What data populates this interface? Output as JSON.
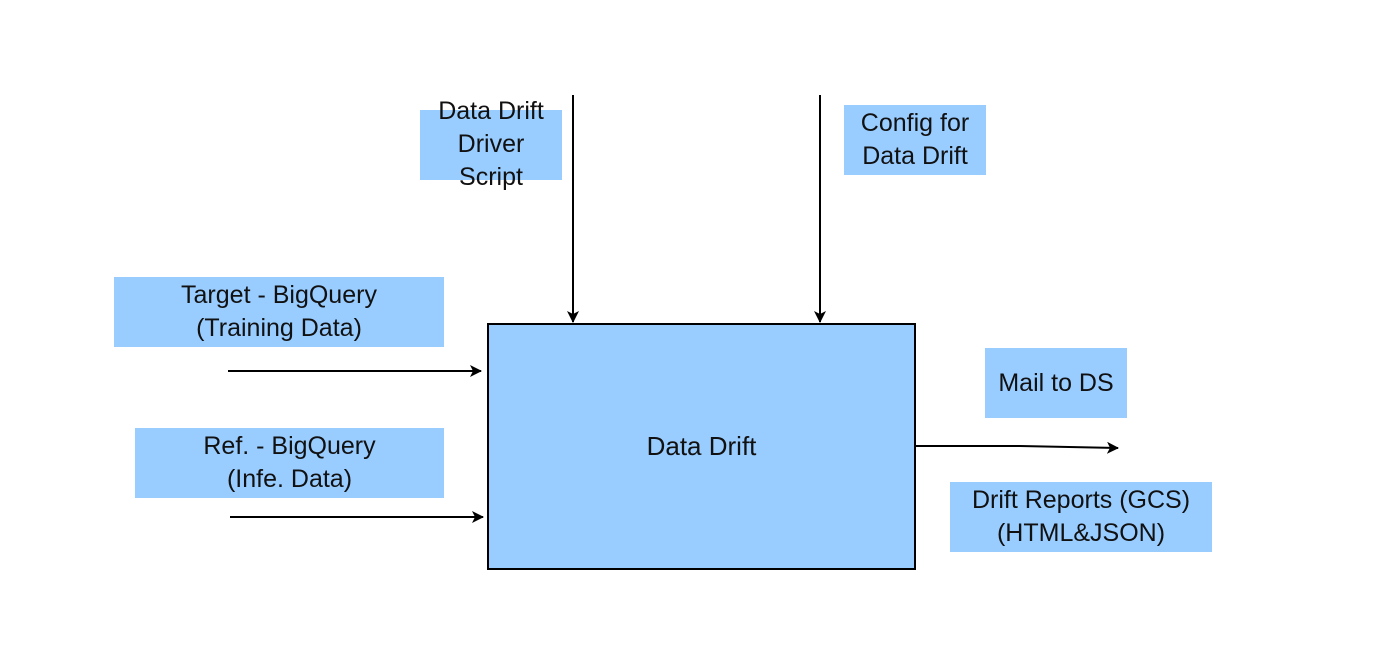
{
  "colors": {
    "box_fill": "#99ccff",
    "line": "#000000",
    "text": "#111111"
  },
  "process": {
    "label": "Data Drift"
  },
  "inputs": {
    "driver_script": {
      "line1": "Data Drift",
      "line2": "Driver",
      "line3": "Script"
    },
    "config": {
      "line1": "Config for",
      "line2": "Data Drift"
    },
    "target": {
      "line1": "Target - BigQuery",
      "line2": "(Training Data)"
    },
    "reference": {
      "line1": "Ref. - BigQuery",
      "line2": "(Infe. Data)"
    }
  },
  "outputs": {
    "mail": {
      "line1": "Mail to DS"
    },
    "reports": {
      "line1": "Drift Reports (GCS)",
      "line2": "(HTML&JSON)"
    }
  }
}
